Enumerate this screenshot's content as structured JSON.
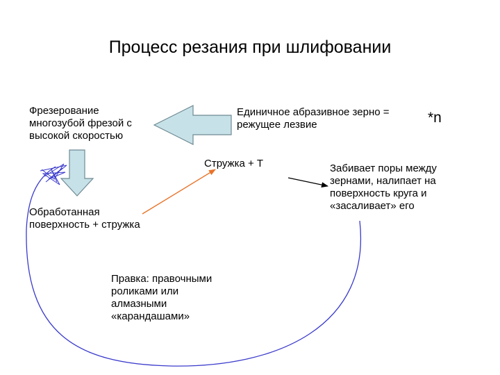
{
  "slide": {
    "title": "Процесс резания при шлифовании"
  },
  "nodes": {
    "milling": {
      "lines": [
        "Фрезерование",
        "многозубой фрезой с",
        "высокой скоростью"
      ]
    },
    "grain": {
      "lines": [
        "Единичное абразивное зерно =",
        "режущее лезвие"
      ],
      "suffix": "*n"
    },
    "chip": {
      "text": "Стружка + Т"
    },
    "clogging": {
      "lines": [
        "Забивает поры между",
        "зернами, налипает на",
        "поверхность круга и",
        "«засаливает» его"
      ]
    },
    "surface": {
      "lines": [
        "Обработанная",
        "поверхность + стружка"
      ]
    },
    "dressing": {
      "lines": [
        "Правка: правочными",
        "роликами или",
        "алмазными",
        "«карандашами»"
      ]
    }
  },
  "colors": {
    "block_arrow_fill": "#c7e1e8",
    "block_arrow_stroke": "#6f8a93",
    "chip_arrow": "#e8742a",
    "loop_curve": "#3a3acc",
    "text": "#000000"
  }
}
